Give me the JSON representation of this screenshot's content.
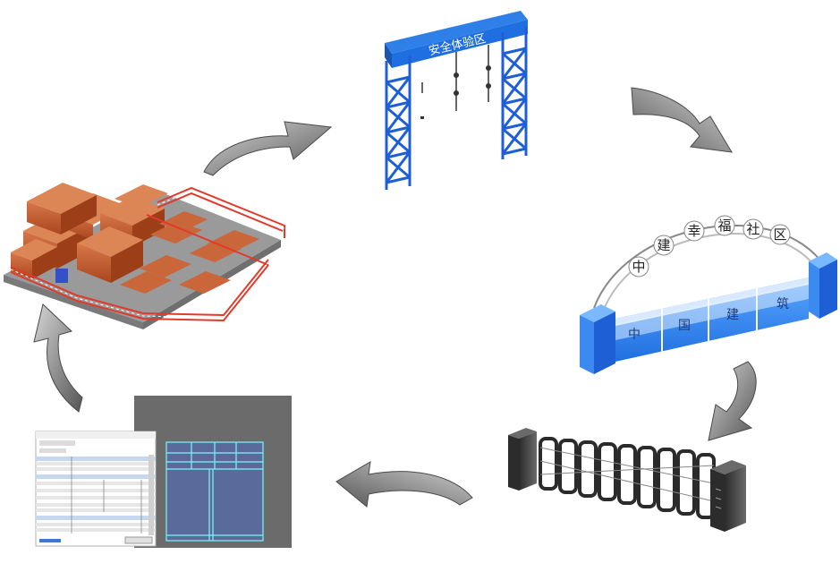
{
  "diagram": {
    "nodes": [
      {
        "id": "site-layout",
        "kind": "3d-model-site-storage-yard"
      },
      {
        "id": "safety-gantry",
        "kind": "3d-model-blue-steel-gantry",
        "sign_text": "安全体验区"
      },
      {
        "id": "entrance-gate",
        "kind": "3d-model-community-gate",
        "arch_chars": [
          "中",
          "建",
          "幸",
          "福",
          "社",
          "区"
        ],
        "wall_chars": [
          "中",
          "国",
          "建",
          "筑"
        ]
      },
      {
        "id": "retractable-gate",
        "kind": "3d-model-retractable-gate"
      },
      {
        "id": "software-ui",
        "kind": "screenshot-properties-panel-and-elevation"
      }
    ],
    "arrows": [
      {
        "from": "site-layout",
        "to": "safety-gantry",
        "icon": "curved-arrow-icon"
      },
      {
        "from": "safety-gantry",
        "to": "entrance-gate",
        "icon": "curved-arrow-icon"
      },
      {
        "from": "entrance-gate",
        "to": "retractable-gate",
        "icon": "curved-arrow-icon"
      },
      {
        "from": "retractable-gate",
        "to": "software-ui",
        "icon": "curved-arrow-icon"
      },
      {
        "from": "software-ui",
        "to": "site-layout",
        "icon": "curved-arrow-icon"
      }
    ],
    "colors": {
      "arrow_dark": "#5c5c5c",
      "arrow_light": "#c8c8c8",
      "steel_blue": "#1f5fd6",
      "sign_blue": "#2f7fe8",
      "brick": "#c45a2a",
      "fence_red": "#e23a2a",
      "gate_dark": "#3a3a3a"
    }
  }
}
